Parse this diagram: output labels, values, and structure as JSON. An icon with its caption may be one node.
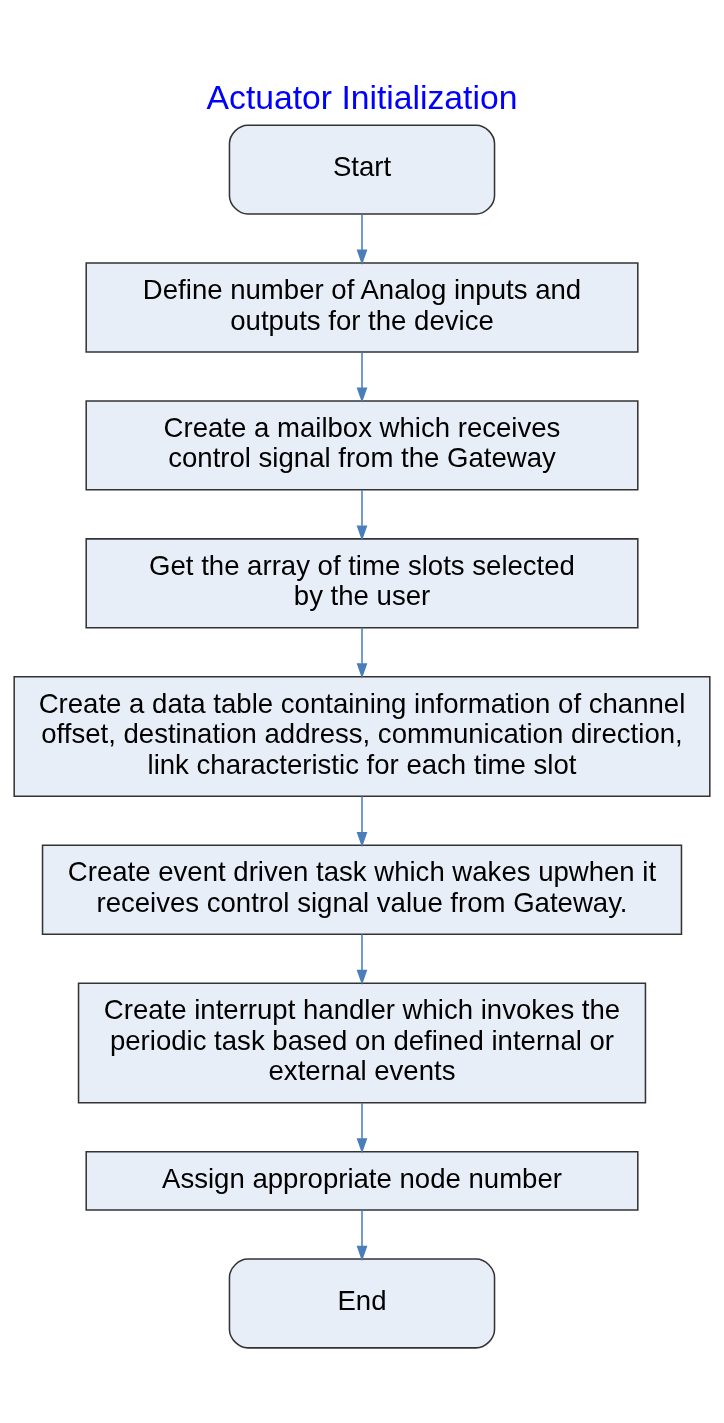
{
  "diagram": {
    "title": "Actuator Initialization",
    "nodes": [
      {
        "text": [
          "Start"
        ]
      },
      {
        "text": [
          "Define number of Analog inputs and outputs for the device"
        ]
      },
      {
        "text": [
          "Create a mailbox which receives control signal from the Gateway"
        ]
      },
      {
        "text": [
          "Get the array of time slots selected by the user"
        ]
      },
      {
        "text": [
          "Create a data table containing information of channel offset, destination address, communication direction, link characteristic for each time slot"
        ]
      },
      {
        "text": [
          "Create event driven task which wakes upwhen it receives control signal value from Gateway."
        ]
      },
      {
        "text": [
          "Create interrupt handler which invokes the periodic task based on defined internal or external events"
        ]
      },
      {
        "text": [
          "Assign appropriate node number"
        ]
      },
      {
        "text": [
          "End"
        ]
      }
    ],
    "edges": [
      {
        "from": 0,
        "to": 1,
        "arrow": "to"
      },
      {
        "from": 1,
        "to": 2,
        "arrow": "to"
      },
      {
        "from": 2,
        "to": 3,
        "arrow": "to"
      },
      {
        "from": 3,
        "to": 4,
        "arrow": "to"
      },
      {
        "from": 4,
        "to": 5,
        "arrow": "to"
      },
      {
        "from": 5,
        "to": 6,
        "arrow": "to"
      },
      {
        "from": 6,
        "to": 7,
        "arrow": "to"
      },
      {
        "from": 7,
        "to": 8,
        "arrow": "to"
      }
    ]
  }
}
